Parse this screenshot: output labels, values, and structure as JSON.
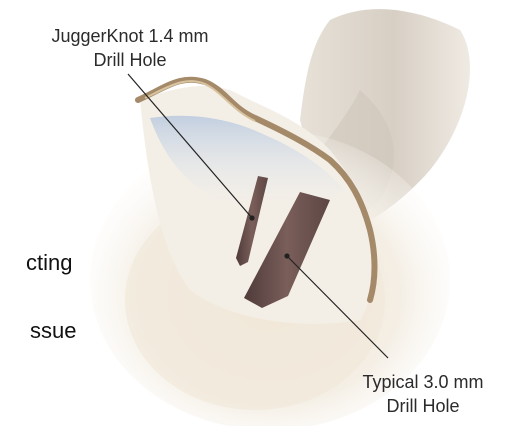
{
  "labels": {
    "juggerknot_line1": "JuggerKnot 1.4 mm",
    "juggerknot_line2": "Drill Hole",
    "typical_line1": "Typical 3.0 mm",
    "typical_line2": "Drill Hole"
  },
  "cropped_text": {
    "line1": "cting",
    "line2": "ssue"
  },
  "colors": {
    "bone_light": "#f3eee4",
    "bone_shadow": "#d9d0c0",
    "cortex": "#a58a6a",
    "drill_hole": "#6b4f4c",
    "leader_line": "#222222",
    "tissue_blue": "#b9c9df"
  }
}
